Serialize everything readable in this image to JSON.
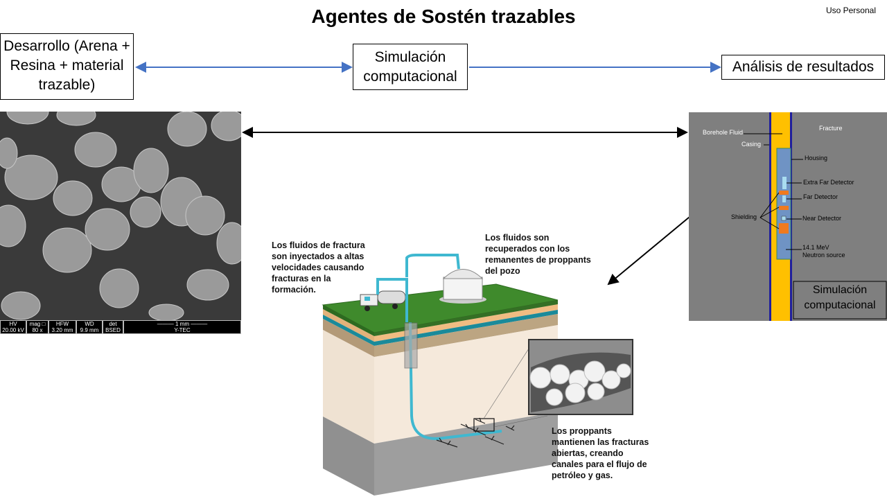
{
  "title": "Agentes de Sostén trazables",
  "usage_label": "Uso Personal",
  "flow": {
    "development": "Desarrollo (Arena + Resina + material trazable)",
    "simulation": "Simulación computacional",
    "analysis": "Análisis de resultados"
  },
  "sem": {
    "headers": [
      "HV",
      "mag □",
      "HFW",
      "WD",
      "det"
    ],
    "values": [
      "20.00 kV",
      "80 x",
      "3.20 mm",
      "9.9 mm",
      "BSED"
    ],
    "scale": "1 mm",
    "lab": "Y-TEC"
  },
  "tool": {
    "borehole_fluid": "Borehole Fluid",
    "casing": "Casing",
    "fracture": "Fracture",
    "housing": "Housing",
    "extra_far": "Extra Far Detector",
    "far": "Far Detector",
    "shielding": "Shielding",
    "near": "Near Detector",
    "source_line1": "14.1 MeV",
    "source_line2": "Neutron source",
    "caption": "Simulación computacional"
  },
  "frac": {
    "note_injection": "Los fluidos de fractura son inyectados a altas velocidades causando fracturas en la formación.",
    "note_recovery": "Los fluidos son recuperados con los remanentes de proppants del pozo",
    "note_proppants": "Los proppants mantienen las fracturas abiertas, creando canales para el flujo de petróleo y gas."
  },
  "colors": {
    "arrow_blue": "#4472c4",
    "casing_blue": "#1f1f9e",
    "fluid_yellow": "#ffc000",
    "housing": "#6f93c4",
    "shield": "#f07a1e",
    "pipe": "#3fb8d0"
  }
}
